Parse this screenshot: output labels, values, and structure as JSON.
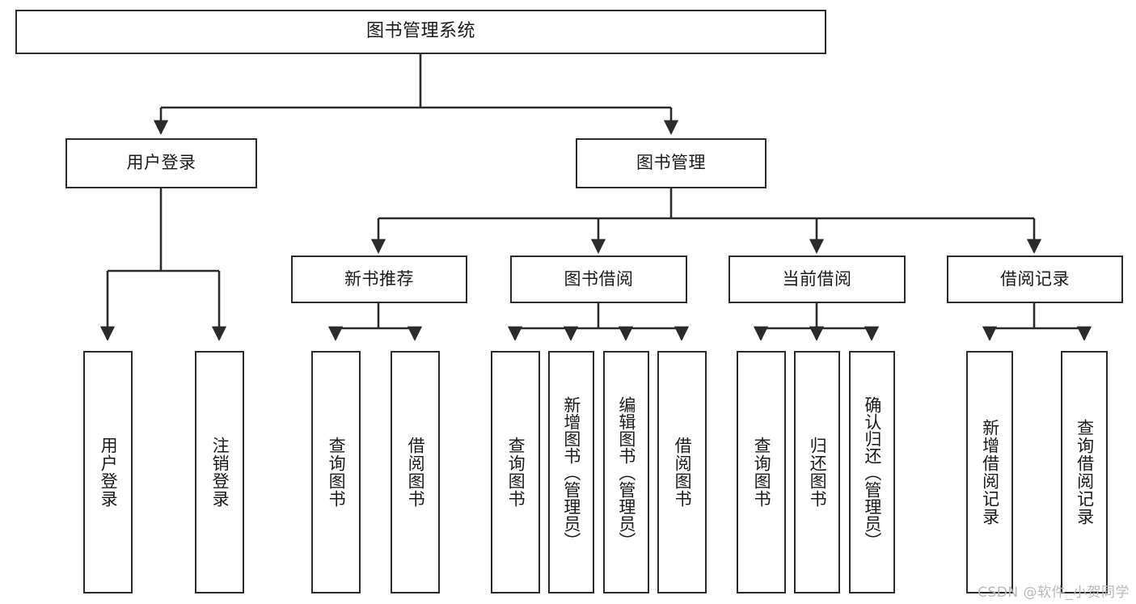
{
  "diagram": {
    "type": "tree-hierarchy",
    "title": "图书管理系统",
    "watermark": "CSDN @软件_小贺同学",
    "colors": {
      "stroke": "#2b2b2b",
      "fill": "#ffffff",
      "text": "#1a1a1a",
      "watermark": "#b9b9b9"
    },
    "nodes": {
      "root": {
        "label": "图书管理系统"
      },
      "user_login": {
        "label": "用户登录"
      },
      "book_manage": {
        "label": "图书管理"
      },
      "new_book_rec": {
        "label": "新书推荐"
      },
      "book_borrow": {
        "label": "图书借阅"
      },
      "current_borrow": {
        "label": "当前借阅"
      },
      "borrow_record": {
        "label": "借阅记录"
      },
      "leaf_user_login": {
        "label": "用户登录"
      },
      "leaf_logout": {
        "label": "注销登录"
      },
      "leaf_query_book_1": {
        "label": "查询图书"
      },
      "leaf_borrow_book_1": {
        "label": "借阅图书"
      },
      "leaf_query_book_2": {
        "label": "查询图书"
      },
      "leaf_add_book": {
        "label": "新增图书（管理员）"
      },
      "leaf_edit_book": {
        "label": "编辑图书（管理员）"
      },
      "leaf_borrow_book_2": {
        "label": "借阅图书"
      },
      "leaf_query_book_3": {
        "label": "查询图书"
      },
      "leaf_return_book": {
        "label": "归还图书"
      },
      "leaf_confirm_return": {
        "label": "确认归还（管理员）"
      },
      "leaf_add_record": {
        "label": "新增借阅记录"
      },
      "leaf_query_record": {
        "label": "查询借阅记录"
      }
    }
  }
}
